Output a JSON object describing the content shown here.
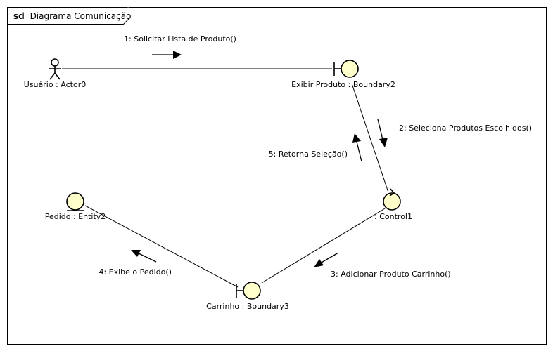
{
  "frame": {
    "keyword": "sd",
    "title": "Diagrama Comunicação"
  },
  "lifelines": {
    "actor": "Usuário : Actor0",
    "boundary2": "Exibir Produto : Boundary2",
    "control1": ": Control1",
    "boundary3": "Carrinho : Boundary3",
    "entity2": "Pedido : Entity2"
  },
  "messages": {
    "m1": "1: Solicitar Lista de Produto()",
    "m2": "2: Seleciona Produtos Escolhidos()",
    "m3": "3: Adicionar Produto Carrinho()",
    "m4": "4: Exibe o Pedido()",
    "m5": "5: Retorna Seleção()"
  },
  "colors": {
    "element_fill": "#ffffcc",
    "line": "#000000"
  }
}
